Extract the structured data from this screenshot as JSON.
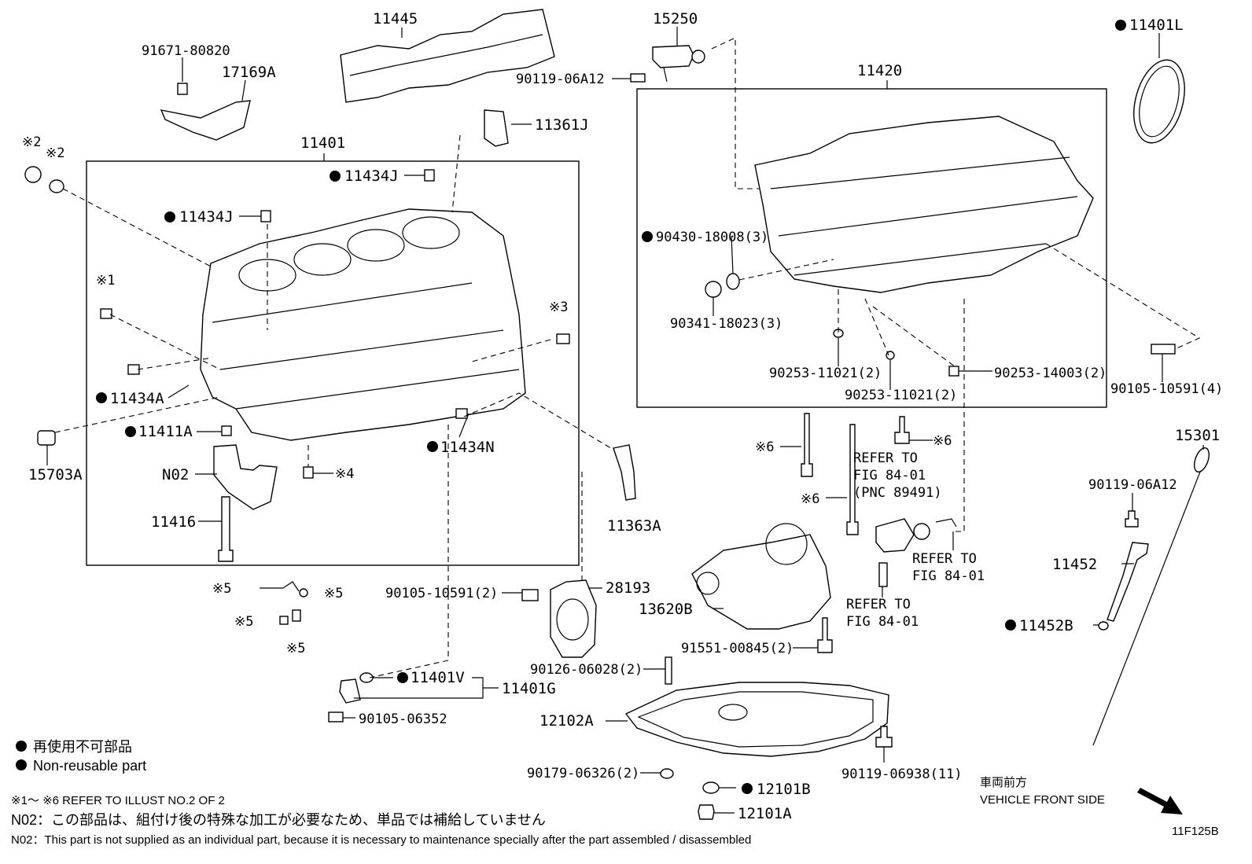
{
  "diagram_id": "11F125B",
  "labels": {
    "l_11445": "11445",
    "l_15250": "15250",
    "l_11401L": "11401L",
    "l_91671": "91671-80820",
    "l_17169A": "17169A",
    "l_90119_top": "90119-06A12",
    "l_11361J": "11361J",
    "l_11420": "11420",
    "l_11401": "11401",
    "l_ref2a": "※2",
    "l_ref2b": "※2",
    "l_11434J_a": "11434J",
    "l_11434J_b": "11434J",
    "l_90430": "90430-18008(3)",
    "l_ref1": "※1",
    "l_ref3": "※3",
    "l_90341": "90341-18023(3)",
    "l_90253_a": "90253-11021(2)",
    "l_90253_b": "90253-11021(2)",
    "l_90253_c": "90253-14003(2)",
    "l_90105_r": "90105-10591(4)",
    "l_11434A": "11434A",
    "l_11411A": "11411A",
    "l_11434N": "11434N",
    "l_15703A": "15703A",
    "l_N02": "N02",
    "l_ref4": "※4",
    "l_11416": "11416",
    "l_ref6a": "※6",
    "l_ref6b": "※6",
    "l_ref6c": "※6",
    "l_refer1a": "REFER TO",
    "l_refer1b": "FIG 84-01",
    "l_refer1c": "(PNC 89491)",
    "l_refer2a": "REFER TO",
    "l_refer2b": "FIG 84-01",
    "l_refer3a": "REFER TO",
    "l_refer3b": "FIG 84-01",
    "l_15301": "15301",
    "l_90119_r": "90119-06A12",
    "l_11363A": "11363A",
    "l_11452": "11452",
    "l_11452B": "11452B",
    "l_ref5a": "※5",
    "l_ref5b": "※5",
    "l_ref5c": "※5",
    "l_ref5d": "※5",
    "l_90105_c": "90105-10591(2)",
    "l_28193": "28193",
    "l_13620B": "13620B",
    "l_91551": "91551-00845(2)",
    "l_90126": "90126-06028(2)",
    "l_11401V": "11401V",
    "l_11401G": "11401G",
    "l_90105_06352": "90105-06352",
    "l_12102A": "12102A",
    "l_90179": "90179-06326(2)",
    "l_90119_06938": "90119-06938(11)",
    "l_12101B": "12101B",
    "l_12101A": "12101A"
  },
  "legend": {
    "jp": "再使用不可部品",
    "en": "Non-reusable part"
  },
  "notes": {
    "refer": "※1～ ※6  REFER TO ILLUST NO.2 OF 2",
    "n02_jp": "N02：この部品は、組付け後の特殊な加工が必要なため、単品では補給していません",
    "n02_en": "N02：This part is not supplied as an individual part, because it is necessary to maintenance specially after the part assembled / disassembled"
  },
  "direction": {
    "jp": "車両前方",
    "en": "VEHICLE FRONT SIDE"
  }
}
